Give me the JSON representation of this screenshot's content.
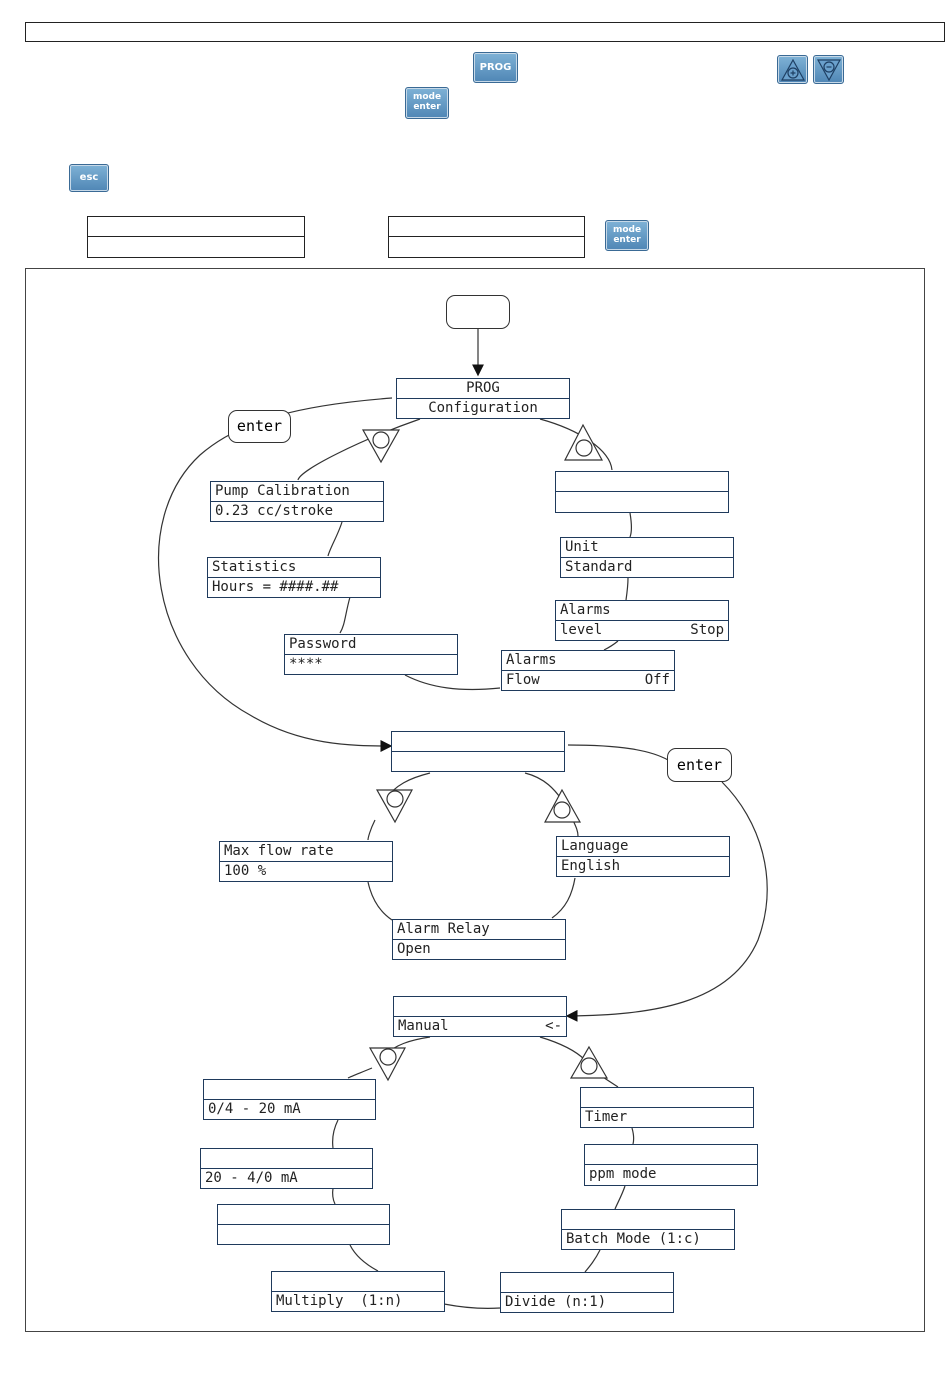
{
  "page": {
    "keys": {
      "prog": "PROG",
      "mode": "mode",
      "enter": "enter",
      "esc": "esc"
    }
  },
  "diagram": {
    "enter_label": "enter",
    "top": {
      "prog": {
        "line1": "PROG",
        "line2": "Configuration"
      },
      "pump_calibration": {
        "line1": "Pump Calibration",
        "line2": "0.23 cc/stroke"
      },
      "statistics": {
        "line1": "Statistics",
        "line2": "Hours = ####.##"
      },
      "password": {
        "line1": "Password",
        "line2": "****"
      },
      "blank_right": {
        "line1": "",
        "line2": ""
      },
      "unit": {
        "line1": "Unit",
        "line2": "Standard"
      },
      "alarms_level": {
        "line1": "Alarms",
        "line2a": "level",
        "line2b": "Stop"
      },
      "alarms_flow": {
        "line1": "Alarms",
        "line2a": "Flow",
        "line2b": "Off"
      }
    },
    "middle": {
      "center": {
        "line1": "",
        "line2": ""
      },
      "max_flow": {
        "line1": "Max flow rate",
        "line2": "100 %"
      },
      "language": {
        "line1": "Language",
        "line2": "English"
      },
      "alarm_relay": {
        "line1": "Alarm Relay",
        "line2": "Open"
      }
    },
    "bottom": {
      "manual": {
        "line1": "",
        "line2a": "Manual",
        "line2b": "<-"
      },
      "ma_4_20": {
        "line1": "",
        "line2": "0/4 - 20 mA"
      },
      "ma_20_4": {
        "line1": "",
        "line2": "20 - 4/0 mA"
      },
      "blank_left": {
        "line1": "",
        "line2": ""
      },
      "multiply": {
        "line1": "",
        "line2": "Multiply  (1:n)"
      },
      "divide": {
        "line1": "",
        "line2": "Divide (n:1)"
      },
      "batch": {
        "line1": "",
        "line2": "Batch Mode (1:c)"
      },
      "ppm": {
        "line1": "",
        "line2": "ppm mode"
      },
      "timer": {
        "line1": "",
        "line2": "Timer"
      }
    }
  }
}
